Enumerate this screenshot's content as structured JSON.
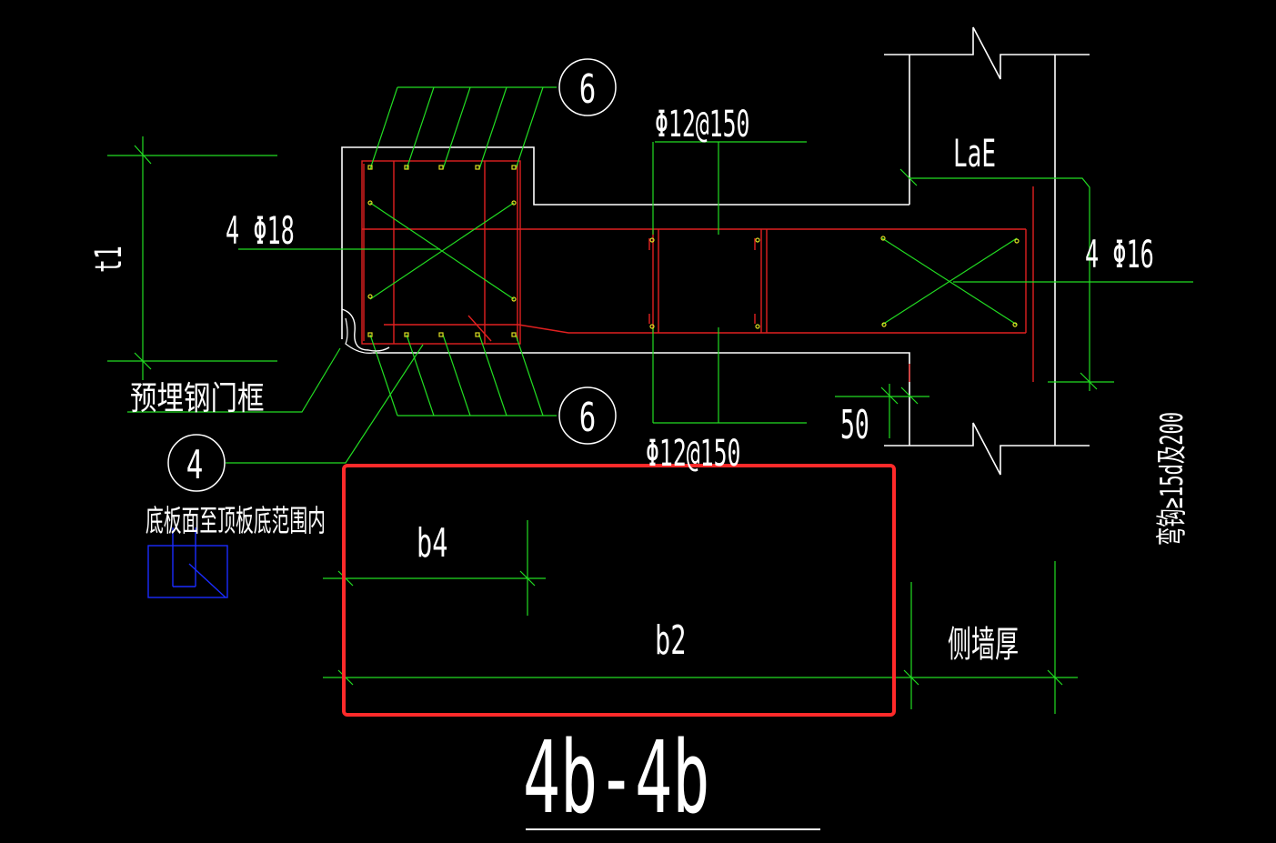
{
  "colors": {
    "background": "#000000",
    "outline": "#ffffff",
    "rebar": "#e02020",
    "dimension": "#22dd22",
    "leader": "#22dd22",
    "text": "#ffffff",
    "highlight": "#ff2a2a",
    "symbol_blue": "#1a2cff",
    "stirrup_yellow": "#dddd22"
  },
  "labels": {
    "callout_top_num": "6",
    "callout_bottom_num": "6",
    "callout_left_num": "4",
    "stirrup_top": "Φ12@150",
    "stirrup_bottom": "Φ12@150",
    "bars_left": "4 Φ18",
    "bars_right": "4 Φ16",
    "lae": "LaE",
    "dim_t1": "t1",
    "dim_50": "50",
    "embedded_frame": "预埋钢门框",
    "range_note": "底板面至顶板底范围内",
    "hook_note": "弯钩≥15d及200",
    "dim_b4": "b4",
    "dim_b2": "b2",
    "side_wall": "侧墙厚",
    "section_title": "4b-4b"
  }
}
